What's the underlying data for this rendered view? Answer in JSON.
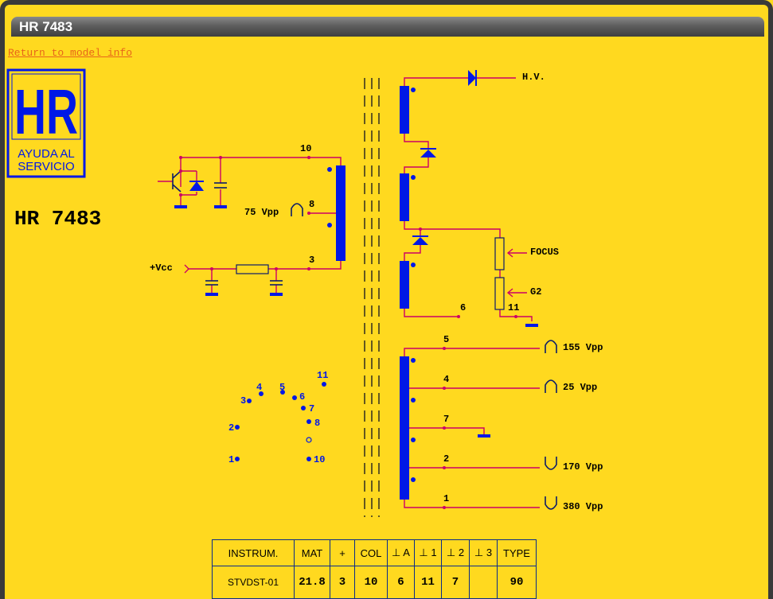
{
  "window": {
    "title": "HR 7483"
  },
  "nav": {
    "return_link": "Return to model info"
  },
  "logo": {
    "letters": "HR",
    "line1": "AYUDA AL",
    "line2": "SERVICIO"
  },
  "model_title": "HR 7483",
  "schematic": {
    "primary_pins": {
      "pin10": "10",
      "pin8": "8",
      "pin3": "3",
      "pin6": "6",
      "pin11": "11"
    },
    "labels": {
      "hv": "H.V.",
      "focus": "FOCUS",
      "g2": "G2",
      "vcc": "+Vcc",
      "vpp75": "75 Vpp"
    },
    "secondary_outputs": [
      {
        "pin": "5",
        "label": "155 Vpp"
      },
      {
        "pin": "4",
        "label": "25 Vpp"
      },
      {
        "pin": "7",
        "label": ""
      },
      {
        "pin": "2",
        "label": "170 Vpp"
      },
      {
        "pin": "1",
        "label": "380 Vpp"
      }
    ],
    "pinout": [
      "1",
      "2",
      "3",
      "4",
      "5",
      "6",
      "7",
      "8",
      "10",
      "11"
    ]
  },
  "instrument_table": {
    "headers": [
      "INSTRUM.",
      "MAT",
      "+",
      "COL",
      "⊥ A",
      "⊥ 1",
      "⊥ 2",
      "⊥ 3",
      "TYPE"
    ],
    "row": [
      "STVDST-01",
      "21.8",
      "3",
      "10",
      "6",
      "11",
      "7",
      "",
      "90"
    ]
  },
  "colors": {
    "background": "#FFD91F",
    "wire": "#cc0066",
    "winding": "#0018e6",
    "title_bar": "#5e5e5e",
    "link": "#e8651a"
  }
}
